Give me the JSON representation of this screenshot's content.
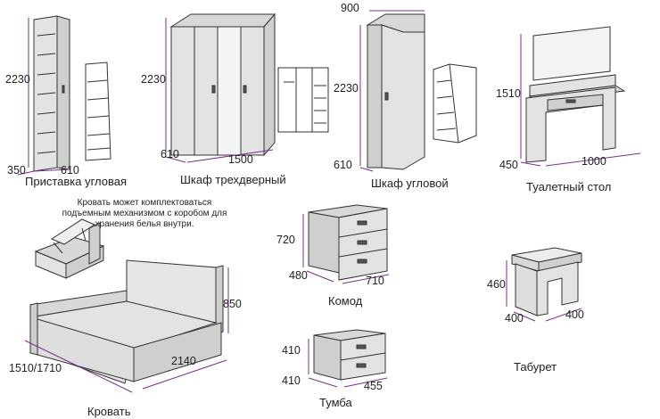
{
  "items": {
    "corner_shelf": {
      "name": "Приставка угловая",
      "height": "2230",
      "depth": "350",
      "width": "610"
    },
    "wardrobe3": {
      "name": "Шкаф трехдверный",
      "height": "2230",
      "depth": "610",
      "width": "1500"
    },
    "corner_wardrobe": {
      "name": "Шкаф угловой",
      "top": "900",
      "height": "2230",
      "depth": "610"
    },
    "dressing_table": {
      "name": "Туалетный стол",
      "height": "1510",
      "depth": "450",
      "width": "1000"
    },
    "bed": {
      "name": "Кровать",
      "note": [
        "Кровать может комплектоваться",
        "подъемным механизмом с коробом для",
        "хранения белья внутри."
      ],
      "width": "1510/1710",
      "length": "2140",
      "height": "850"
    },
    "dresser": {
      "name": "Комод",
      "height": "720",
      "depth": "480",
      "width": "710"
    },
    "nightstand": {
      "name": "Тумба",
      "height": "410",
      "depth": "410",
      "width": "455"
    },
    "stool": {
      "name": "Табурет",
      "height": "460",
      "depth": "400",
      "width": "400"
    }
  },
  "colors": {
    "dimension_line": "#7b2f8e",
    "outline": "#333333",
    "panel_fill": "#e3e3e3",
    "panel_shade": "#cfcfcf"
  }
}
